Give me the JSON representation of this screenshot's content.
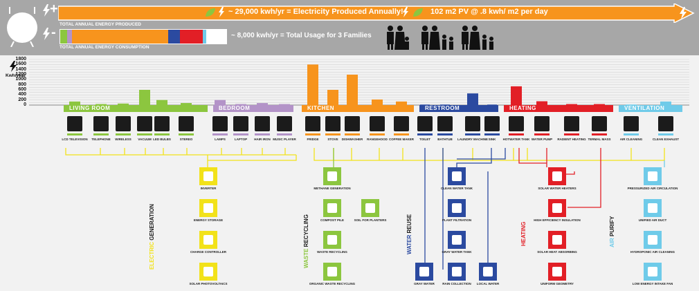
{
  "header": {
    "produced_line": "~ 29,000 kwh/yr = Electricity Produced Annually!",
    "pv_line": "102 m2 PV @ .8 kwh/ m2 per day",
    "produced_label": "TOTAL ANNUAL ENERGY PRODUCED",
    "consumption_line": "~ 8,000 kwh/yr = Total Usage for 3 Families",
    "consumption_label": "TOTAL ANNUAL ENERGY CONSUMPTION",
    "plus_symbol": "+",
    "minus_symbol": "-",
    "consumption_segments": [
      {
        "color": "#8cc63f",
        "frac": 0.04
      },
      {
        "color": "#b393c8",
        "frac": 0.03
      },
      {
        "color": "#f7941d",
        "frac": 0.58
      },
      {
        "color": "#2b4aa0",
        "frac": 0.07
      },
      {
        "color": "#e21f26",
        "frac": 0.14
      },
      {
        "color": "#6fcbe9",
        "frac": 0.02
      }
    ]
  },
  "chart_data": {
    "type": "bar",
    "ylabel": "Kwh/year",
    "yticks": [
      "0",
      "200",
      "400",
      "600",
      "800",
      "1000",
      "1200",
      "1400",
      "1600",
      "1800"
    ],
    "ylim": [
      0,
      1800
    ],
    "grid": true,
    "categories": [
      "LCD TELEVISION",
      "TELEPHONE",
      "WIRELESS",
      "VACUUM",
      "LED BULBS",
      "STEREO",
      "LAMPS",
      "LAPTOP",
      "HAIR IRON",
      "MUSIC PLAYER",
      "FRIDGE",
      "STOVE",
      "DISHWASHER",
      "RANGEHOOD",
      "COFFEE MAKER",
      "TOILET",
      "BATHTUB",
      "LAUNDRY MACHINE",
      "SINK",
      "HOTWATER TANK",
      "WATER PUMP",
      "RADIENT HEATING",
      "TERMAL MASS",
      "AIR CLEANING",
      "CLEAN EXHAUST"
    ],
    "values": [
      140,
      40,
      60,
      600,
      200,
      80,
      200,
      40,
      80,
      40,
      1600,
      600,
      1200,
      220,
      140,
      20,
      20,
      460,
      20,
      740,
      150,
      40,
      40,
      20,
      140
    ]
  },
  "categories": [
    {
      "name": "LIVING ROOM",
      "color": "#8cc63f"
    },
    {
      "name": "BEDROOM",
      "color": "#b393c8"
    },
    {
      "name": "KITCHEN",
      "color": "#f7941d"
    },
    {
      "name": "RESTROOM",
      "color": "#2b4aa0"
    },
    {
      "name": "HEATING",
      "color": "#e21f26"
    },
    {
      "name": "VENTILATION",
      "color": "#6fcbe9"
    }
  ],
  "systems": {
    "electric": {
      "word1": "ELECTRIC",
      "word2": "GENERATION",
      "color": "#f2e21a",
      "items": [
        "INVERTER",
        "ENERGY STORAGE",
        "CHARGE CONTROLLER",
        "SOLAR PHOTOVOLTAICS"
      ]
    },
    "waste": {
      "word1": "WASTE",
      "word2": "RECYCLING",
      "color": "#8cc63f",
      "items": [
        "METHANE GENERATION",
        "COMPOST PILE",
        "SOIL FOR PLANTERS",
        "WASTE RECYCLING",
        "ORGANIC WASTE RECYCLING"
      ]
    },
    "water": {
      "word1": "WATER",
      "word2": "REUSE",
      "color": "#2b4aa0",
      "items": [
        "CLEAN WATER TANK",
        "PLANT FILTRATION",
        "GRAY WATER TANK",
        "GRAY WATER",
        "RAIN COLLECTION",
        "LOCAL WATER"
      ]
    },
    "heating": {
      "word1": "HEATING",
      "word2": "",
      "color": "#e21f26",
      "items": [
        "SOLAR WATER HEATERS",
        "HIGH EFFICIENCY INSULATION",
        "SOLAR HEAT ABSORBING",
        "UNIFORM GEOMETRY"
      ]
    },
    "air": {
      "word1": "AIR",
      "word2": "PURIFY",
      "color": "#6fcbe9",
      "items": [
        "PRESSURIZED AIR CIRCULATION",
        "UNIFIED AIR DUCT",
        "HYDROPONIC AIR CLEANING",
        "LOW ENERGY INTAKE FAN"
      ]
    }
  },
  "icons": {
    "lightning": "lightning-icon",
    "leaf": "leaf-icon",
    "tank": "storage-tank-icon",
    "family": "family-icon"
  }
}
